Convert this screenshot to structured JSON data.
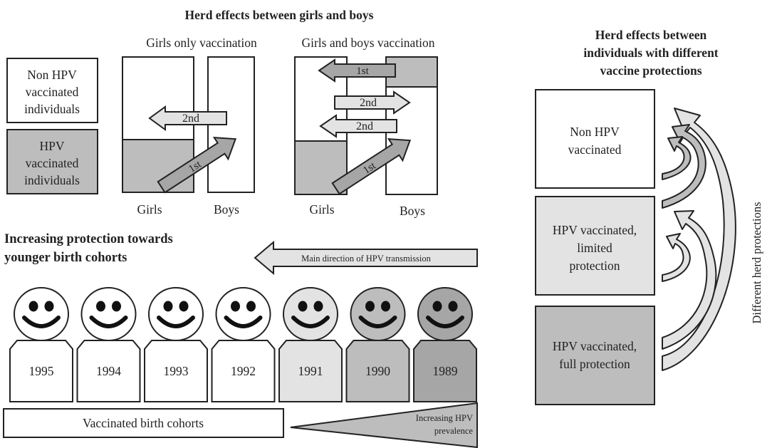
{
  "girls_boys": {
    "title": "Herd effects between girls and boys",
    "legend": {
      "non_vaccinated": [
        "Non HPV",
        "vaccinated",
        "individuals"
      ],
      "vaccinated": [
        "HPV",
        "vaccinated",
        "individuals"
      ]
    },
    "girls_only": {
      "title": "Girls only vaccination",
      "arrow_first": "1st",
      "arrow_second": "2nd",
      "label_girls": "Girls",
      "label_boys": "Boys"
    },
    "girls_and_boys": {
      "title": "Girls and boys vaccination",
      "arrow_first_top": "1st",
      "arrow_second_right": "2nd",
      "arrow_second_left": "2nd",
      "arrow_first_bottom": "1st",
      "label_girls": "Girls",
      "label_boys": "Boys"
    }
  },
  "cohorts": {
    "title_line1": "Increasing protection towards",
    "title_line2": "younger birth cohorts",
    "transmission_arrow": "Main direction of HPV transmission",
    "years": [
      "1995",
      "1994",
      "1993",
      "1992",
      "1991",
      "1990",
      "1989"
    ],
    "vaccinated_box": "Vaccinated birth cohorts",
    "prevalence": [
      "Increasing HPV",
      "prevalence"
    ]
  },
  "vaccine_protection": {
    "title": [
      "Herd effects between",
      "individuals with different",
      "vaccine protections"
    ],
    "box_non": [
      "Non HPV",
      "vaccinated"
    ],
    "box_limited": [
      "HPV vaccinated,",
      "limited",
      "protection"
    ],
    "box_full": [
      "HPV vaccinated,",
      "full protection"
    ],
    "side_label": "Different herd protections"
  },
  "colors": {
    "white": "#ffffff",
    "light_gray": "#e3e3e3",
    "mid_gray": "#bdbdbd",
    "dark_gray": "#a6a6a6",
    "stroke": "#222222"
  }
}
